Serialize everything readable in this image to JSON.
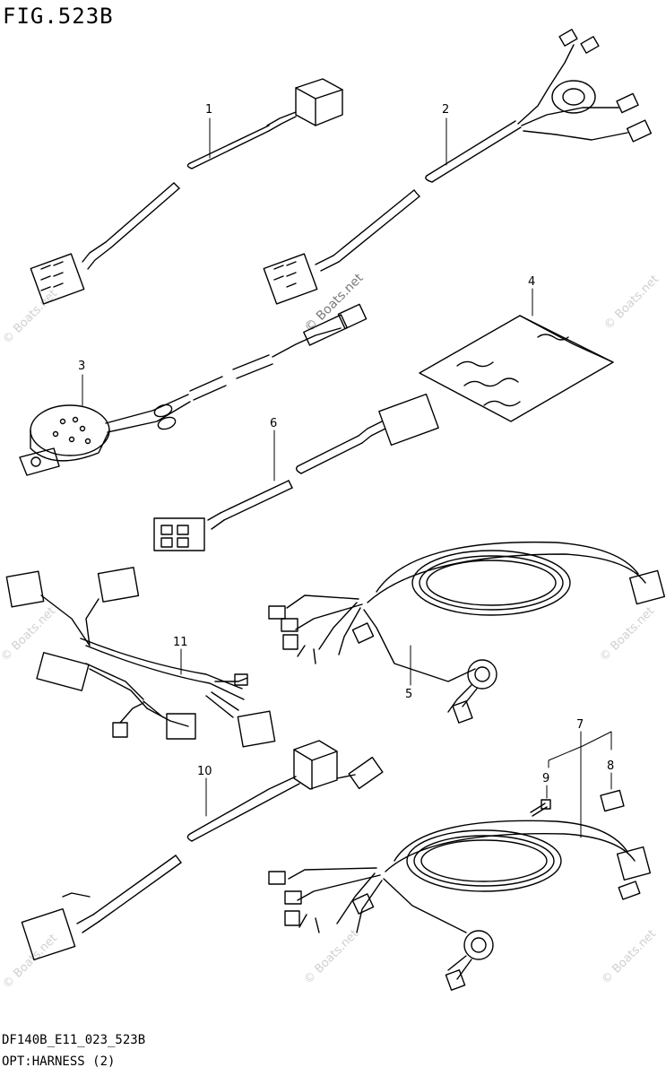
{
  "figure": {
    "title": "FIG.523B",
    "code": "DF140B_E11_023_523B",
    "caption": "OPT:HARNESS (2)"
  },
  "watermark": "© Boats.net",
  "callouts": [
    "1",
    "2",
    "3",
    "4",
    "5",
    "6",
    "7",
    "8",
    "9",
    "10",
    "11"
  ],
  "colors": {
    "line": "#000000",
    "background": "#ffffff",
    "watermark": "#d0d0d0"
  }
}
